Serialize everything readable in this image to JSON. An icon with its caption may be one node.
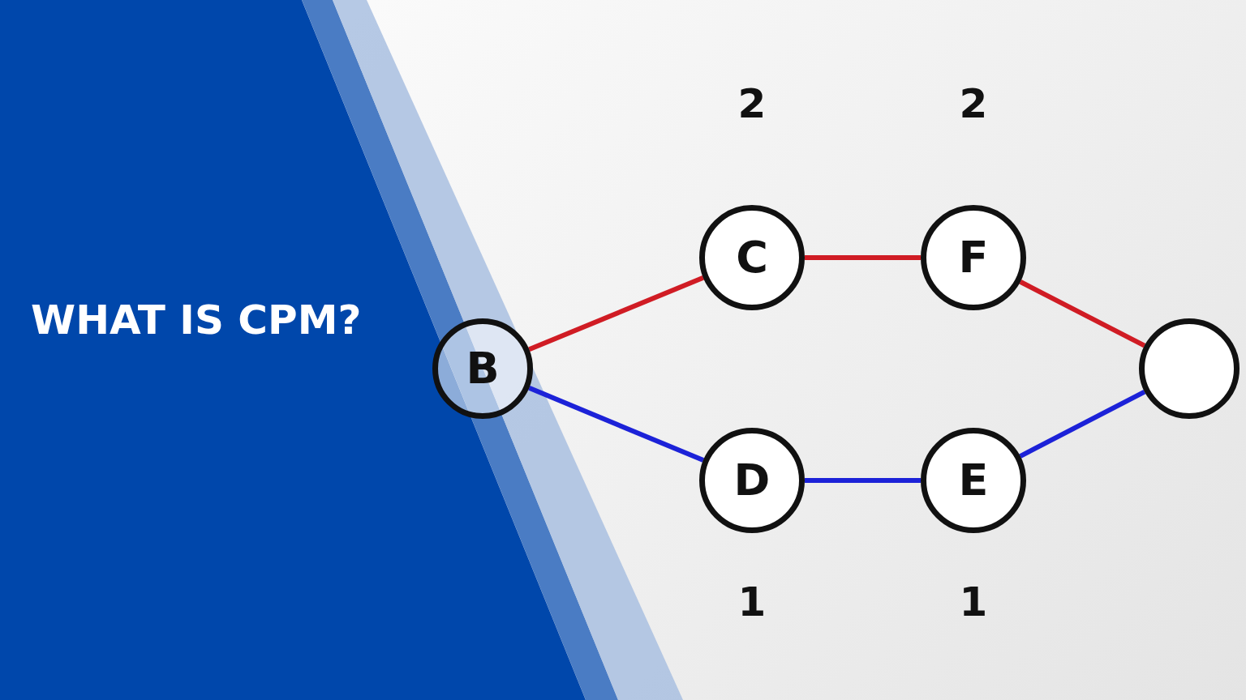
{
  "diagram": {
    "title": "WHAT IS CPM?",
    "nodes": [
      {
        "text": [
          "B"
        ]
      },
      {
        "text": [
          "C"
        ],
        "beside": [
          "2"
        ]
      },
      {
        "text": [
          "F"
        ],
        "beside": [
          "2"
        ]
      },
      {
        "text": [
          "D"
        ],
        "beside": [
          "1"
        ]
      },
      {
        "text": [
          "E"
        ],
        "beside": [
          "1"
        ]
      },
      {
        "text": [],
        "shape": "circle"
      }
    ],
    "edges": [
      {
        "from": 0,
        "to": 1,
        "arrow": "none",
        "color": "#d01c24"
      },
      {
        "from": 1,
        "to": 2,
        "arrow": "none",
        "color": "#d01c24"
      },
      {
        "from": 2,
        "to": 5,
        "arrow": "none",
        "color": "#d01c24"
      },
      {
        "from": 0,
        "to": 3,
        "arrow": "none",
        "color": "#1c22d8"
      },
      {
        "from": 3,
        "to": 4,
        "arrow": "none",
        "color": "#1c22d8"
      },
      {
        "from": 4,
        "to": 5,
        "arrow": "none",
        "color": "#1c22d8"
      }
    ]
  }
}
